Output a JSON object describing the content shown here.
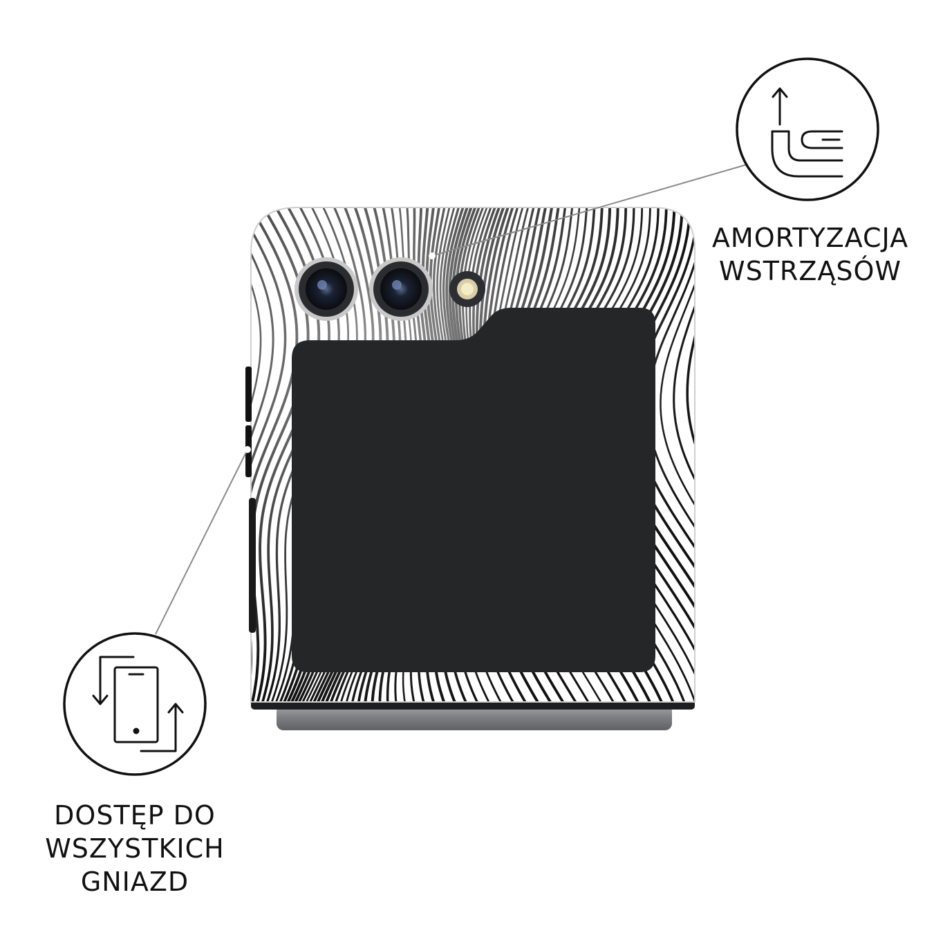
{
  "callouts": {
    "shock": {
      "icon": "shock-absorption-icon",
      "lines": [
        "AMORTYZACJA",
        "WSTRZĄSÓW"
      ]
    },
    "ports": {
      "icon": "phone-rotate-icon",
      "lines": [
        "DOSTĘP DO",
        "WSZYSTKICH",
        "GNIAZD"
      ]
    }
  },
  "product": {
    "image": "phone-case-illustration",
    "pattern_colors": [
      "#ffffff",
      "#111111"
    ],
    "screen_color": "#242628",
    "hinge_color": "#8b8d90"
  }
}
